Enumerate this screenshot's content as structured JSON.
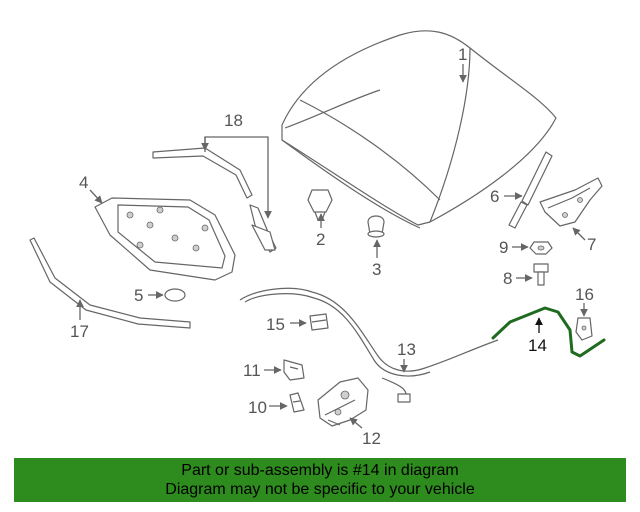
{
  "diagram": {
    "callouts": {
      "c1": "1",
      "c2": "2",
      "c3": "3",
      "c4": "4",
      "c5": "5",
      "c6": "6",
      "c7": "7",
      "c8": "8",
      "c9": "9",
      "c10": "10",
      "c11": "11",
      "c12": "12",
      "c13": "13",
      "c14": "14",
      "c15": "15",
      "c16": "16",
      "c17": "17",
      "c18": "18"
    },
    "highlight_color": "#1f6b1f",
    "line_color": "#666666"
  },
  "banner": {
    "line1": "Part or sub-assembly is #14 in diagram",
    "line2": "Diagram may not be specific to your vehicle",
    "background": "#2e8b1e"
  }
}
